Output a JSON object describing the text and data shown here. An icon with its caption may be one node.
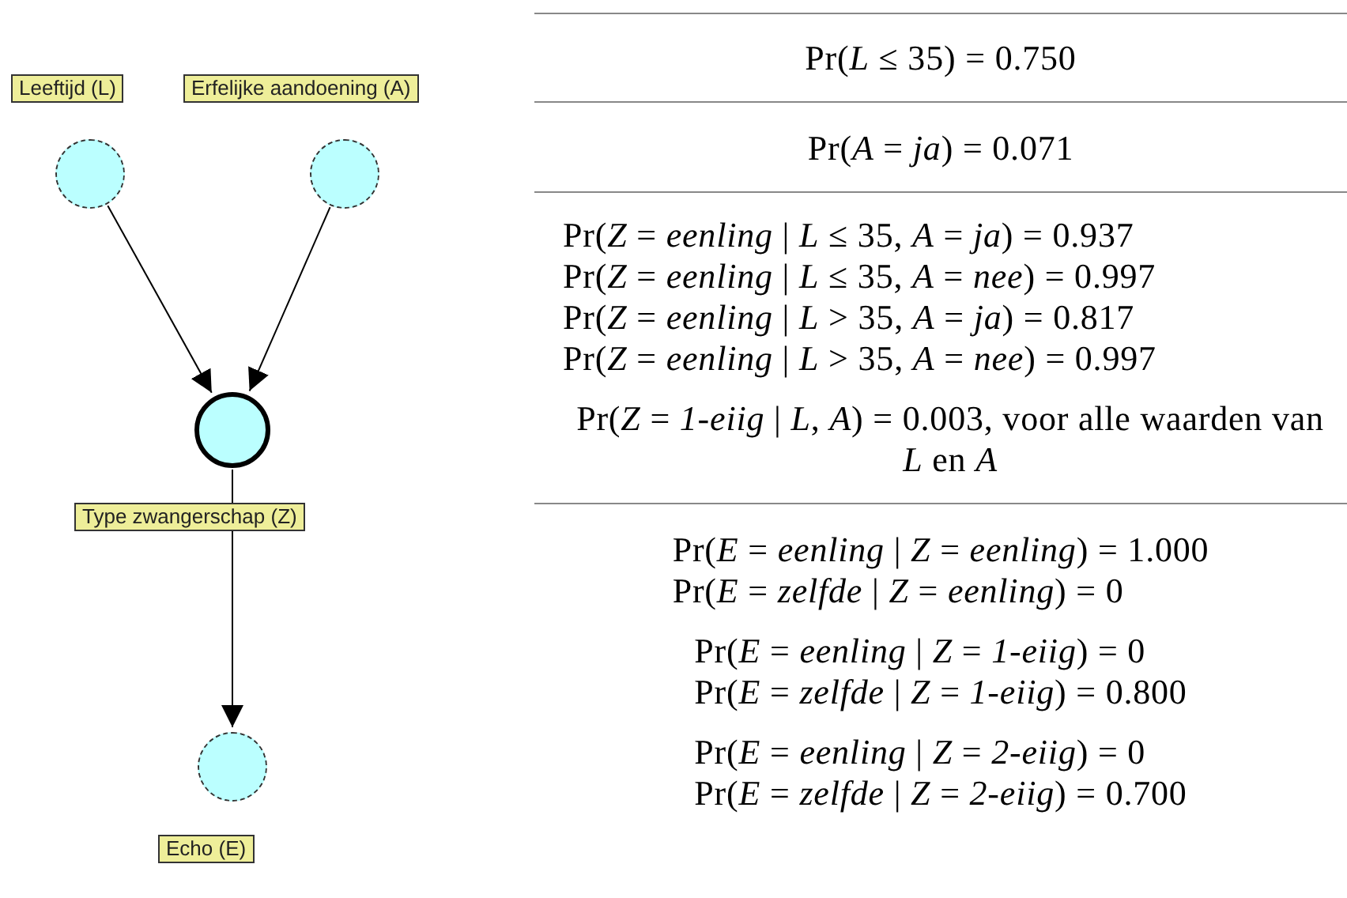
{
  "diagram": {
    "nodes": [
      {
        "text": [],
        "shape": "circle",
        "beside": [
          "Leeftijd (L)"
        ]
      },
      {
        "text": [],
        "shape": "circle",
        "beside": [
          "Erfelijke aandoening (A)"
        ]
      },
      {
        "text": [],
        "shape": "circle",
        "beside": [
          "Type zwangerschap (Z)"
        ]
      },
      {
        "text": [],
        "shape": "circle",
        "beside": [
          "Echo (E)"
        ]
      }
    ],
    "edges": [
      {
        "from": 0,
        "to": 2,
        "arrow": "to"
      },
      {
        "from": 1,
        "to": 2,
        "arrow": "to"
      },
      {
        "from": 2,
        "to": 3,
        "arrow": "to"
      }
    ],
    "labels": [
      "Pr(*L* ≤ 35) = 0.750",
      "Pr(*A* = *ja*) = 0.071",
      "Pr(*Z* = *eenling* | *L* ≤ 35, *A* = *ja*) = 0.937",
      "Pr(*Z* = *eenling* | *L* ≤ 35, *A* = *nee*) = 0.997",
      "Pr(*Z* = *eenling* | *L* > 35, *A* = *ja*) = 0.817",
      "Pr(*Z* = *eenling* | *L* > 35, *A* = *nee*) = 0.997",
      "Pr(*Z* = *1-eiig* | *L*, *A*) = 0.003, voor alle waarden van *L* en *A*",
      "Pr(*E* = *eenling* | *Z* = *eenling*) = 1.000",
      "Pr(*E* = *zelfde* | *Z* = *eenling*) = 0",
      "Pr(*E* = *eenling* | *Z* = *1-eiig*) = 0",
      "Pr(*E* = *zelfde* | *Z* = *1-eiig*) = 0.800",
      "Pr(*E* = *eenling* | *Z* = *2-eiig*) = 0",
      "Pr(*E* = *zelfde* | *Z* = *2-eiig*) = 0.700"
    ]
  }
}
